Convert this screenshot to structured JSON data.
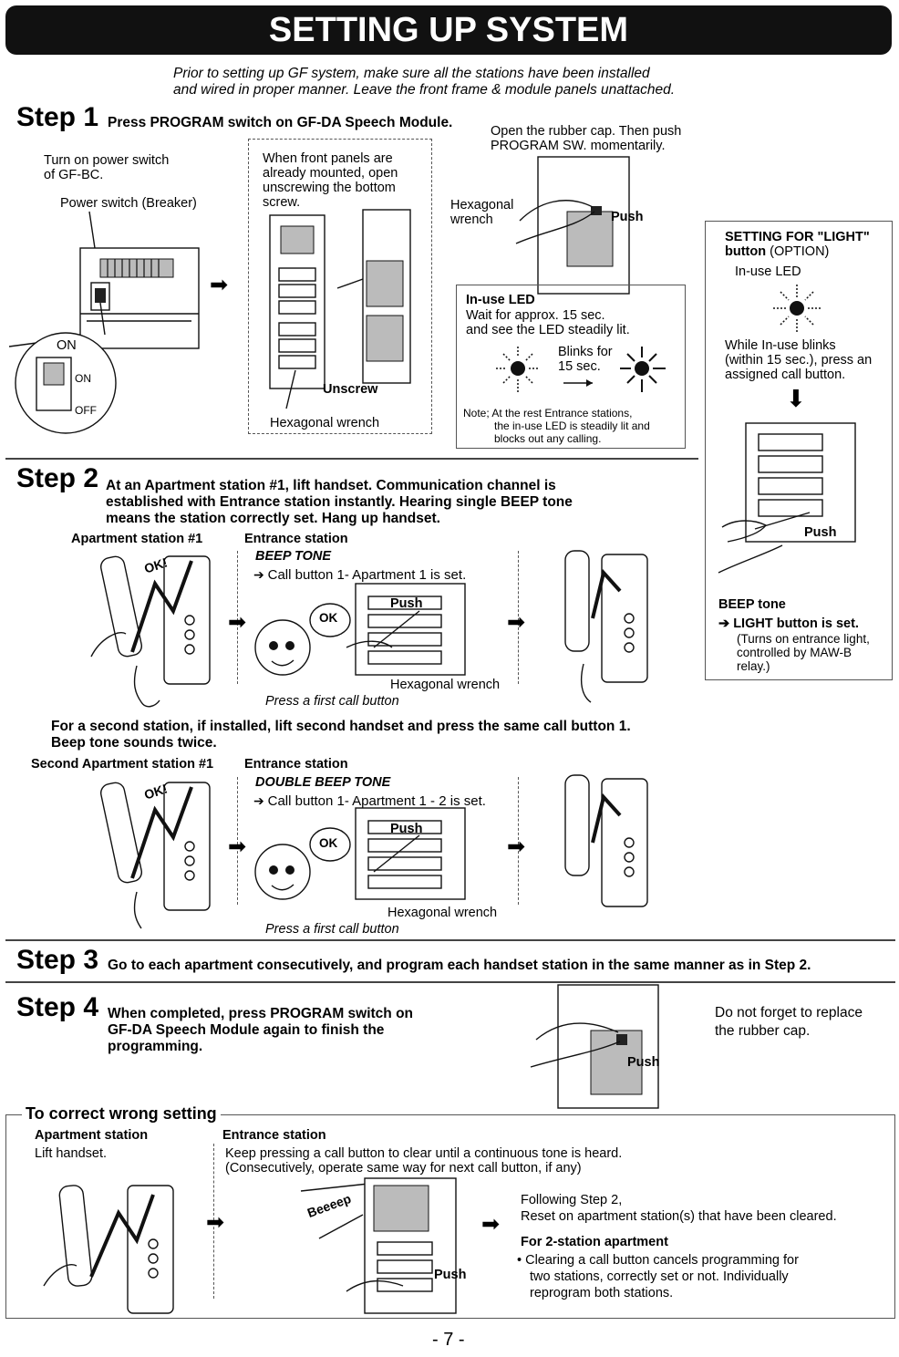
{
  "title": "SETTING UP SYSTEM",
  "intro": [
    "Prior to setting up GF system, make sure all the stations have been installed",
    "and wired in proper manner.  Leave the front frame & module panels unattached."
  ],
  "step1": {
    "label": "Step 1",
    "heading": "Press PROGRAM switch on GF-DA Speech Module.",
    "power_note": [
      "Turn on power switch",
      "of GF-BC."
    ],
    "power_switch": "Power switch (Breaker)",
    "on_big": "ON",
    "on_small": "ON",
    "off_small": "OFF",
    "panel_note": [
      "When front panels are",
      "already mounted, open",
      "unscrewing the bottom",
      "screw."
    ],
    "unscrew": "Unscrew",
    "hex_wrench": "Hexagonal wrench",
    "cap_note": [
      "Open the rubber cap. Then push",
      "PROGRAM SW. momentarily."
    ],
    "hexagonal": "Hexagonal",
    "wrench": "wrench",
    "push": "Push",
    "led_title": "In-use LED",
    "led_text": [
      "Wait for approx. 15 sec.",
      "and see the LED steadily lit."
    ],
    "blinks": [
      "Blinks for",
      "15 sec."
    ],
    "note": [
      "Note; At the rest Entrance stations,",
      "the in-use LED is steadily lit and",
      "blocks out any calling."
    ]
  },
  "light": {
    "title_bold": "SETTING FOR \"LIGHT\"",
    "title_bold2": "button",
    "title_option": " (OPTION)",
    "led": "In-use LED",
    "text": [
      "While In-use blinks",
      "(within 15 sec.), press an",
      "assigned call button."
    ],
    "push": "Push",
    "beep": "BEEP tone",
    "result": "LIGHT button is set.",
    "sub": [
      "(Turns on entrance light,",
      "controlled by MAW-B",
      "relay.)"
    ]
  },
  "step2": {
    "label": "Step 2",
    "heading": [
      "At an Apartment station #1, lift handset. Communication channel is",
      "established with Entrance station instantly. Hearing single BEEP tone",
      "means the station correctly set. Hang up handset."
    ],
    "apt_label": "Apartment station #1",
    "ent_label": "Entrance station",
    "beep_tone": "BEEP TONE",
    "call_set": "Call button 1- Apartment 1 is set.",
    "ok_big": "OK!",
    "ok": "OK",
    "push": "Push",
    "hex_wrench": "Hexagonal wrench",
    "press_first": "Press a first call button",
    "second_note": [
      "For a second station, if installed, lift second handset and press the same call button 1.",
      "Beep tone sounds twice."
    ],
    "second_apt_label": "Second Apartment station #1",
    "ent_label2": "Entrance station",
    "double_beep": "DOUBLE BEEP TONE",
    "call_set2": "Call button 1- Apartment 1 - 2 is set.",
    "hex_wrench2": "Hexagonal wrench",
    "press_first2": "Press a first call button"
  },
  "step3": {
    "label": "Step 3",
    "heading": "Go to each apartment consecutively, and program each handset station in the same manner as in Step 2."
  },
  "step4": {
    "label": "Step 4",
    "heading": [
      "When completed, press PROGRAM switch on",
      "GF-DA Speech Module again to finish the",
      "programming."
    ],
    "push": "Push",
    "note": [
      "Do not forget to replace",
      "the rubber cap."
    ]
  },
  "correct": {
    "title": "To correct wrong setting",
    "apt_label": "Apartment station",
    "lift": "Lift handset.",
    "ent_label": "Entrance station",
    "keep": [
      "Keep pressing a call button to clear until a continuous tone is heard.",
      "(Consecutively, operate same way for next call button, if any)"
    ],
    "beeeep": "Beeeep",
    "push": "Push",
    "following": [
      "Following Step 2,",
      "Reset on apartment station(s) that have been cleared."
    ],
    "two_title": "For 2-station apartment",
    "two_text": [
      "Clearing a call button cancels programming for",
      "two stations, correctly set or not. Individually",
      "reprogram both stations."
    ]
  },
  "page_number": "- 7 -"
}
